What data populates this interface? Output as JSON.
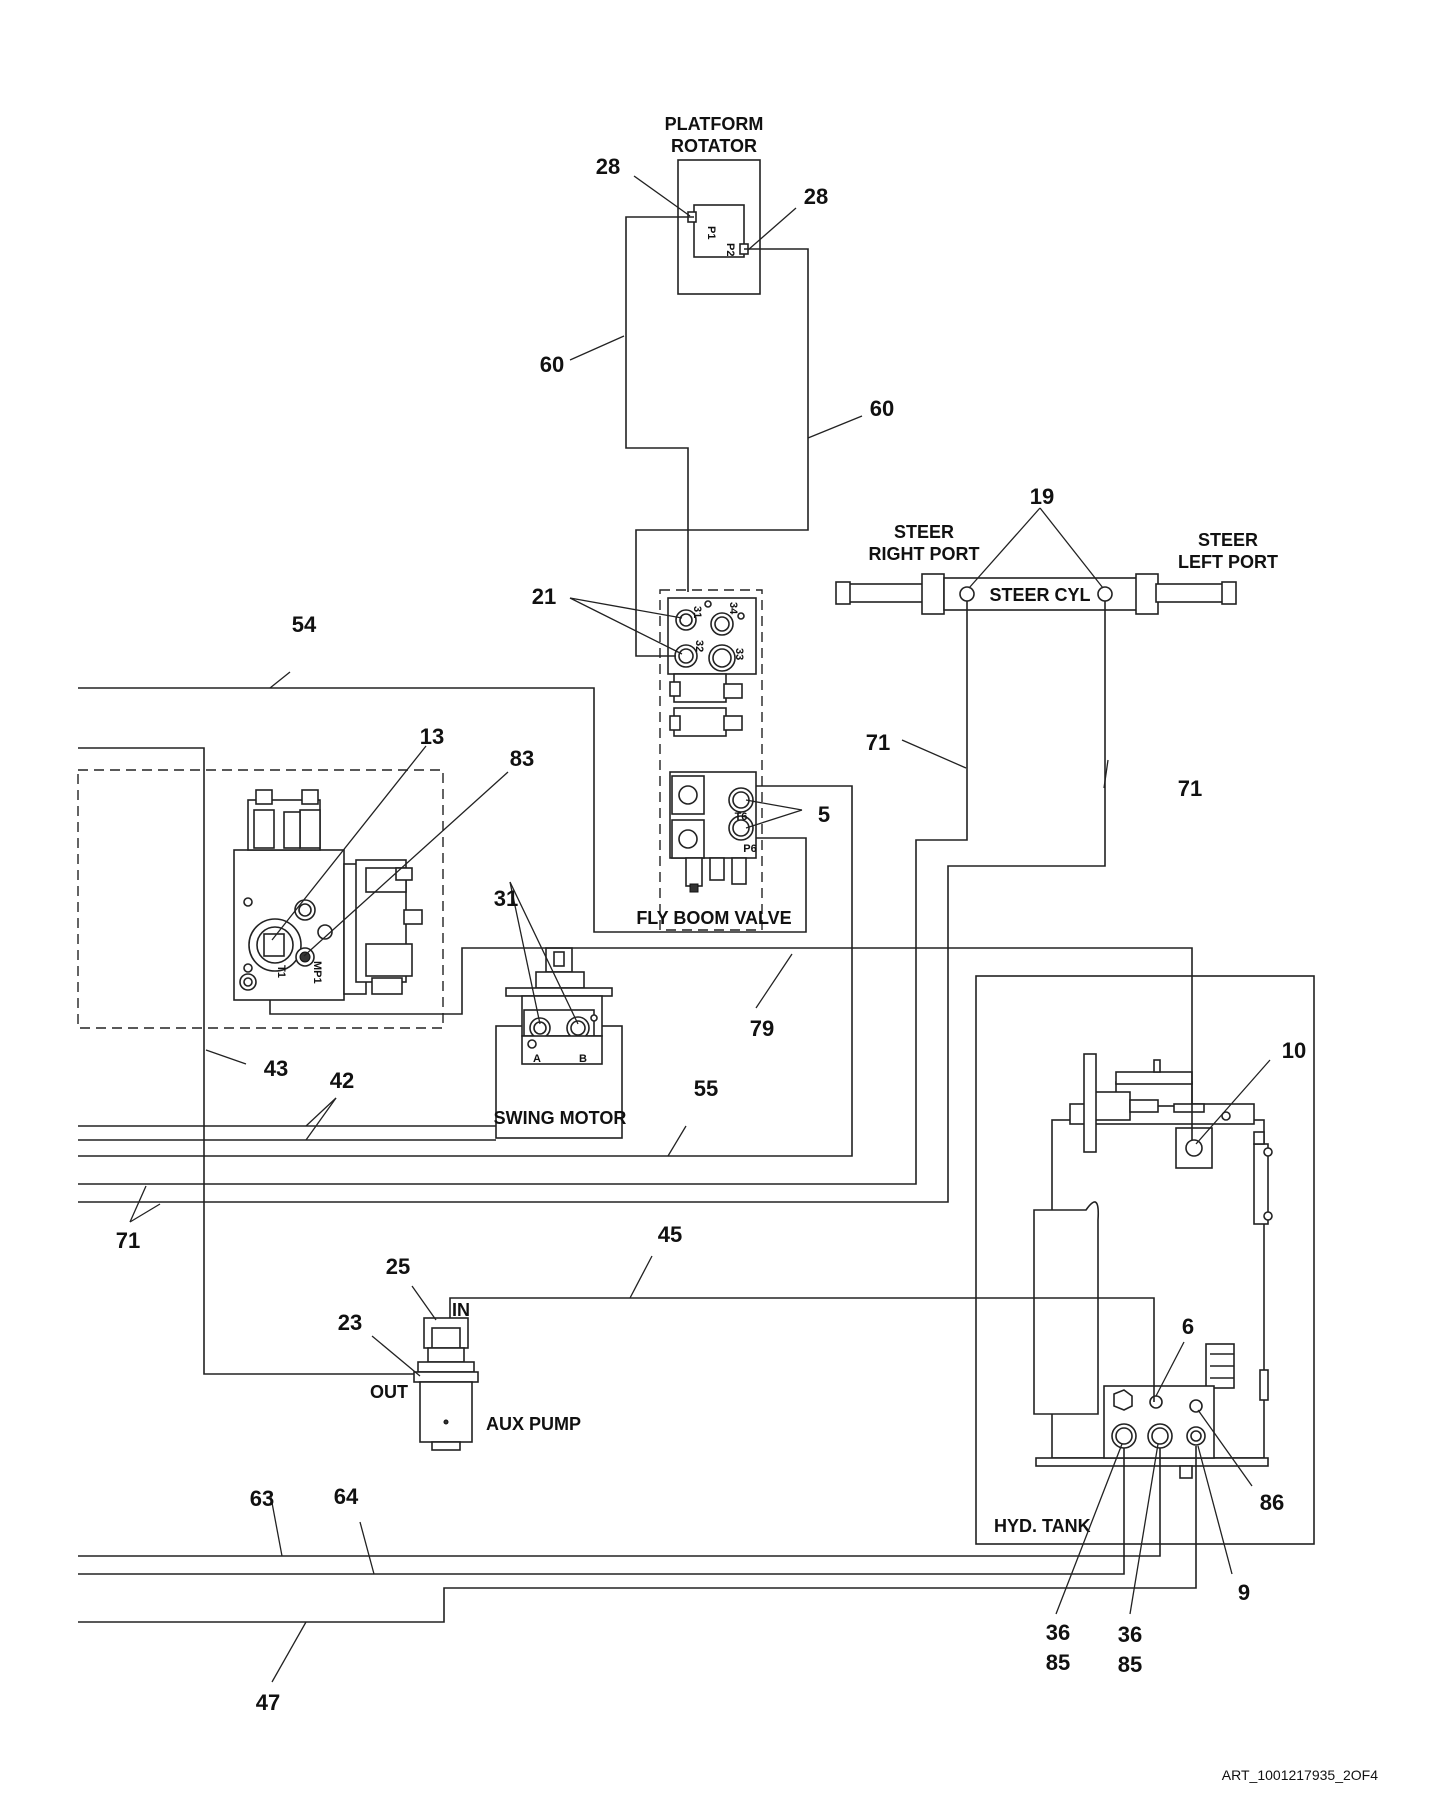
{
  "labels": {
    "platform_rotator": [
      "PLATFORM",
      "ROTATOR"
    ],
    "steer_right_port": [
      "STEER",
      "RIGHT PORT"
    ],
    "steer_left_port": [
      "STEER",
      "LEFT PORT"
    ],
    "steer_cyl": "STEER CYL",
    "fly_boom_valve": "FLY BOOM VALVE",
    "swing_motor": "SWING MOTOR",
    "aux_pump": "AUX PUMP",
    "hyd_tank": "HYD. TANK",
    "in": "IN",
    "out": "OUT"
  },
  "ports": {
    "p1": "P1",
    "p2": "P2",
    "p31": "31",
    "p32": "32",
    "p33": "33",
    "p34": "34",
    "t6": "T6",
    "p6": "P6",
    "t1": "T1",
    "mp1": "MP1",
    "a": "A",
    "b": "B"
  },
  "callouts": {
    "c28a": "28",
    "c28b": "28",
    "c60a": "60",
    "c60b": "60",
    "c19": "19",
    "c21": "21",
    "c54": "54",
    "c13": "13",
    "c83": "83",
    "c5": "5",
    "c71a": "71",
    "c71b": "71",
    "c71c": "71",
    "c31": "31",
    "c79": "79",
    "c10": "10",
    "c43": "43",
    "c42": "42",
    "c55": "55",
    "c45": "45",
    "c25": "25",
    "c23": "23",
    "c6": "6",
    "c86": "86",
    "c9": "9",
    "c63": "63",
    "c64": "64",
    "c47": "47",
    "c36a": "36",
    "c85a": "85",
    "c36b": "36",
    "c85b": "85"
  },
  "art_id": "ART_1001217935_2OF4"
}
